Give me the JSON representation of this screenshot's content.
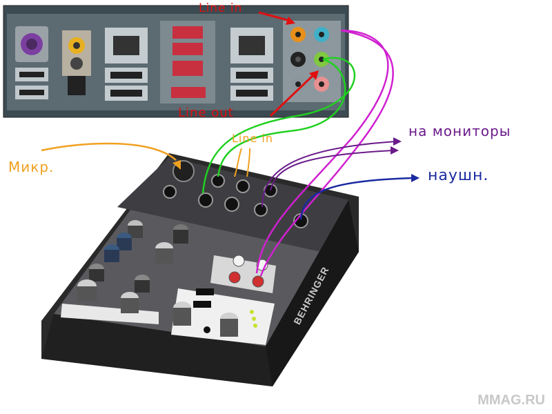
{
  "annotations": {
    "line_in_top": "Line in",
    "line_out": "Line out",
    "mic": "Микр.",
    "line_in_mixer": "Line in",
    "monitors": "на мониторы",
    "headphones": "наушн."
  },
  "mixer": {
    "brand": "BEHRINGER"
  },
  "watermark": "MMAG.RU",
  "colors": {
    "mic_cable": "#f0a020",
    "line_in_arrow": "#e01010",
    "line_out_arrow": "#e01010",
    "green_cable": "#20d020",
    "magenta_cable": "#d020d0",
    "monitors_cable": "#6a1a8a",
    "headphones_cable": "#1a2aa0"
  }
}
